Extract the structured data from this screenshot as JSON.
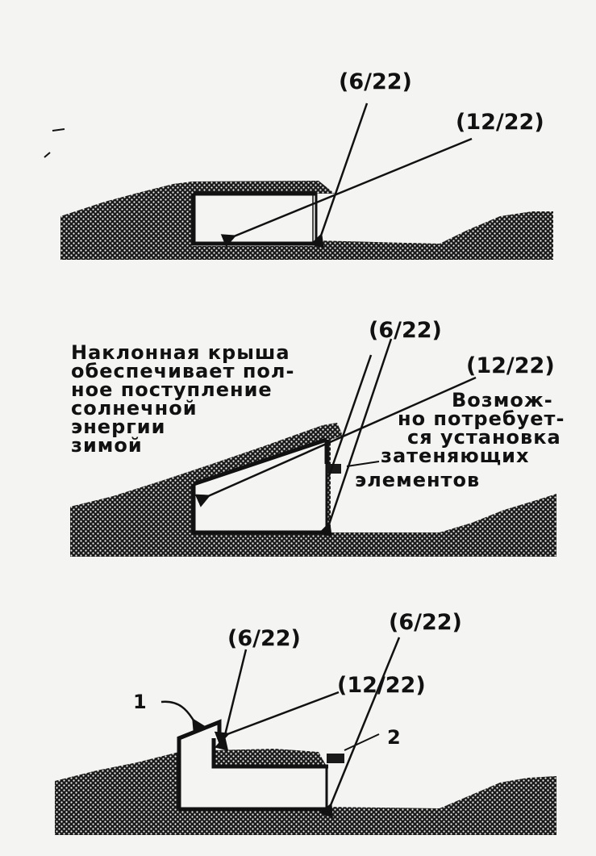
{
  "diagram1": {
    "label_winter": "(6/22)",
    "label_summer": "(12/22)"
  },
  "diagram2": {
    "label_winter": "(6/22)",
    "label_summer": "(12/22)",
    "note_left": [
      "Наклонная крыша",
      "обеспечивает пол-",
      "ное поступление",
      "солнечной",
      "энергии",
      "зимой"
    ],
    "note_right": [
      "Возмож-",
      "но потребует-",
      "ся установка",
      "затеняющих",
      "элементов"
    ]
  },
  "diagram3": {
    "label_winter_left": "(6/22)",
    "label_winter_right": "(6/22)",
    "label_summer": "(12/22)",
    "callout_1": "1",
    "callout_2": "2"
  },
  "colors": {
    "ink": "#111111",
    "paper": "#f4f4f2"
  }
}
